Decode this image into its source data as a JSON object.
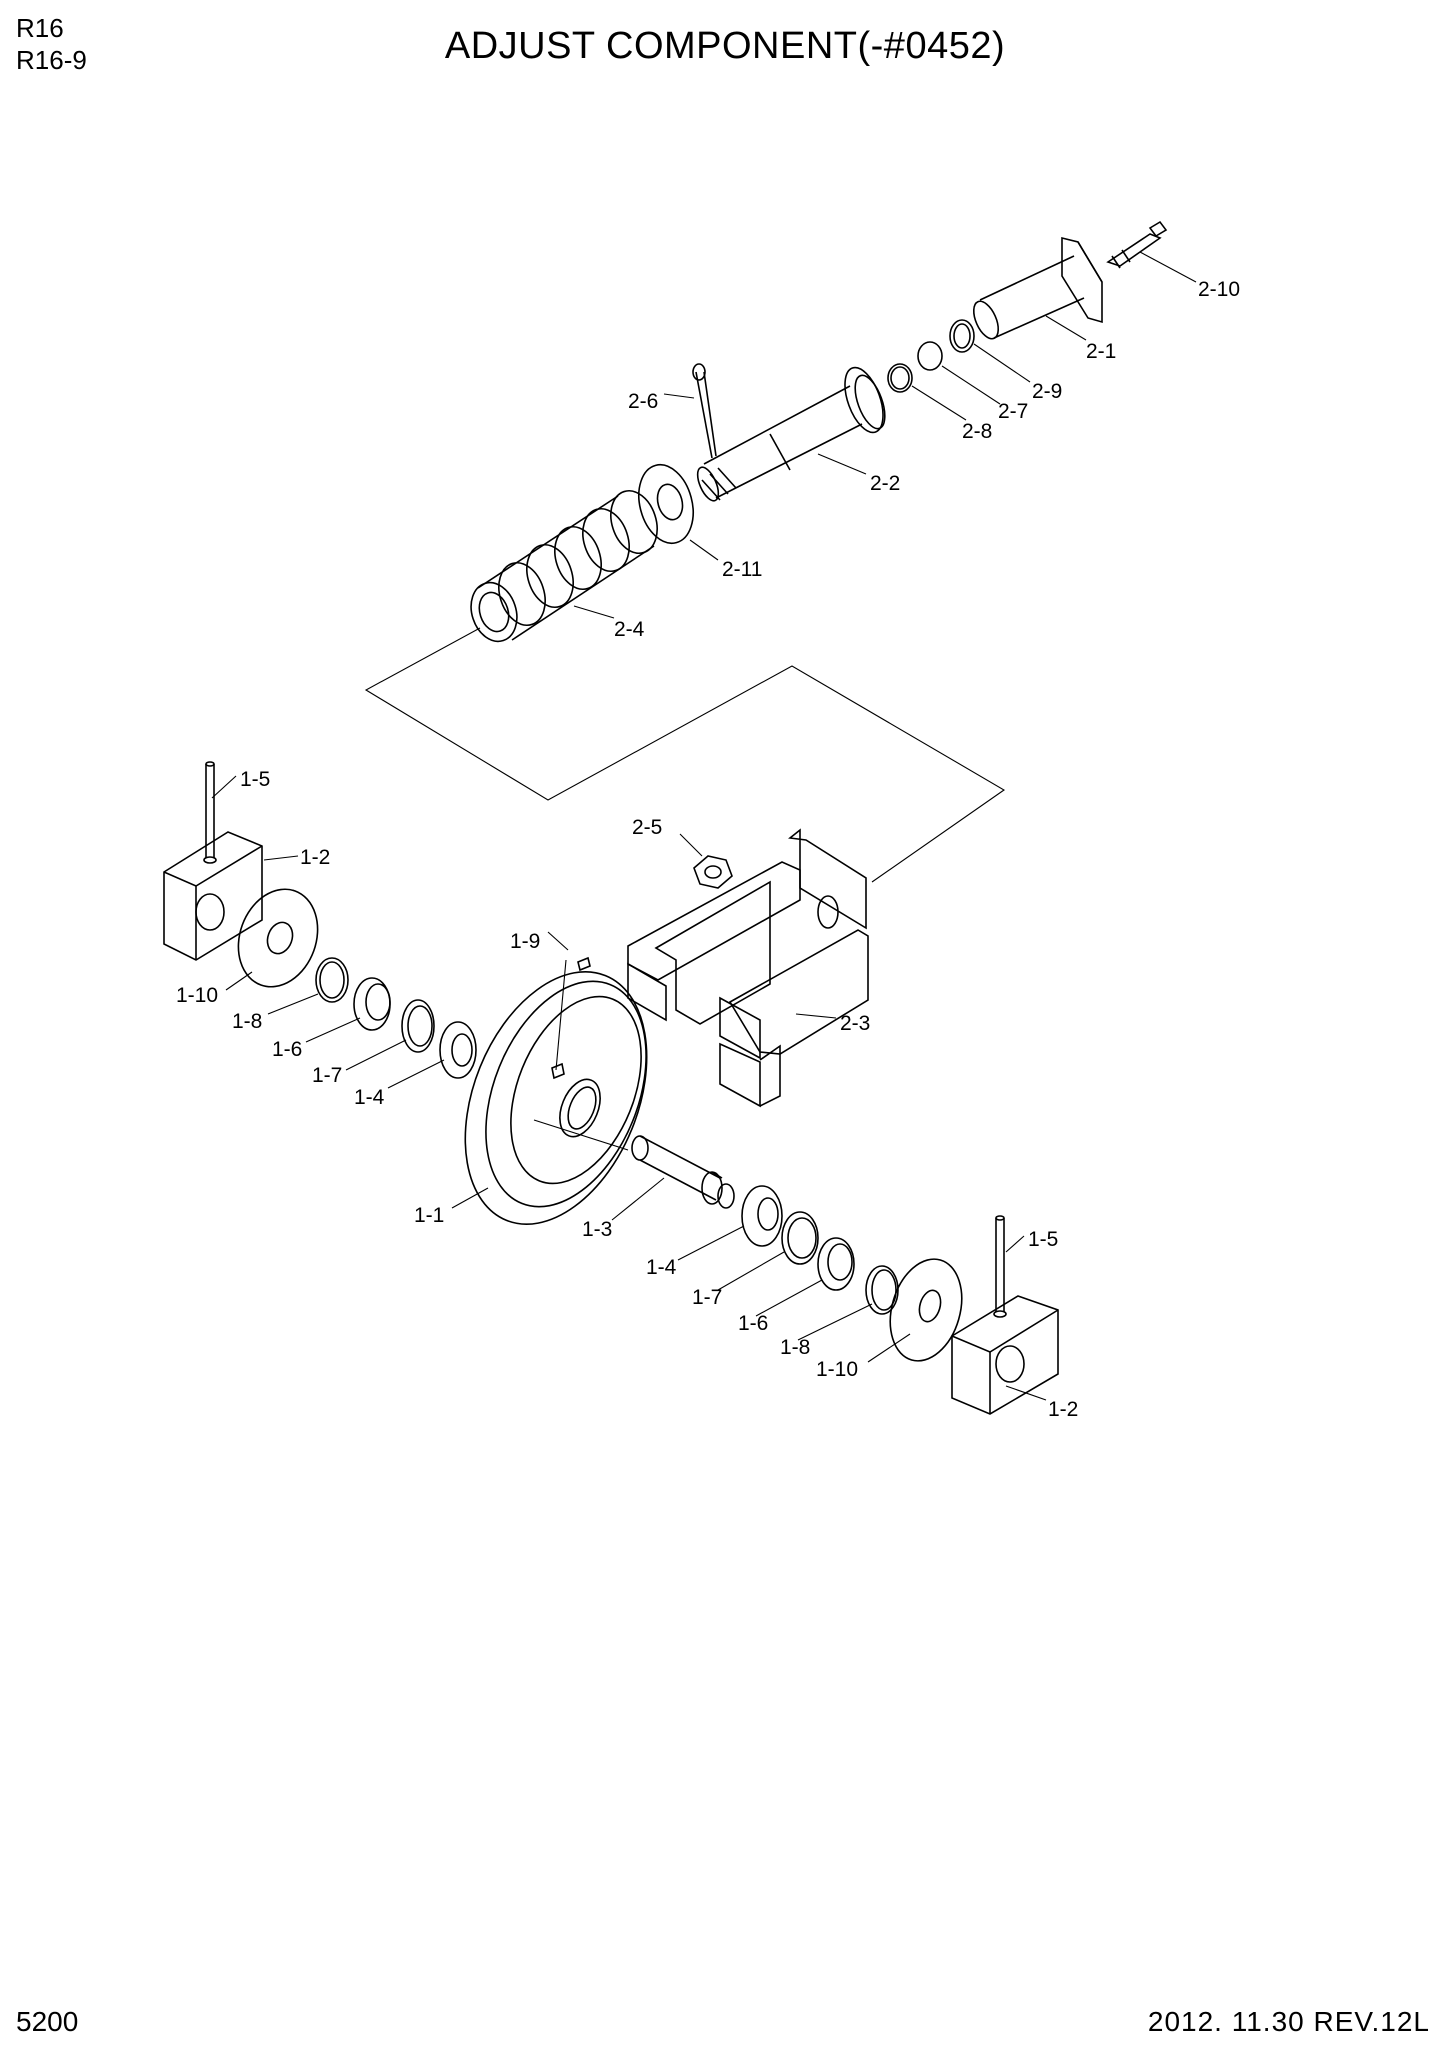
{
  "header": {
    "model": "R16",
    "section": "R16-9",
    "title": "ADJUST COMPONENT(-#0452)"
  },
  "footer": {
    "page_number": "5200",
    "revision": "2012. 11.30  REV.12L"
  },
  "callouts": [
    "2-10",
    "2-1",
    "2-9",
    "2-7",
    "2-8",
    "2-6",
    "2-2",
    "2-11",
    "2-4",
    "1-5",
    "1-2",
    "2-5",
    "1-10",
    "1-8",
    "1-6",
    "1-7",
    "1-4",
    "1-9",
    "2-3",
    "1-1",
    "1-3",
    "1-4",
    "1-7",
    "1-6",
    "1-8",
    "1-10",
    "1-5",
    "1-2"
  ]
}
